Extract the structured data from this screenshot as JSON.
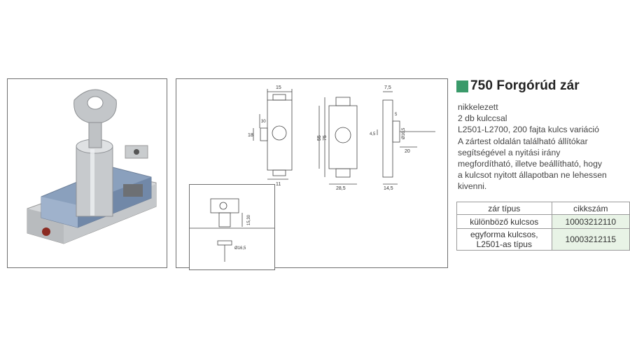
{
  "product": {
    "title": "750 Forgórúd zár",
    "accent_color": "#3a9a6a",
    "description_lines": [
      "nikkelezett",
      "2 db kulccsal",
      "L2501-L2700, 200 fajta kulcs variáció",
      "A zártest oldalán található állítókar",
      "segítségével a nyitási irány",
      "megfordítható, illetve beállítható, hogy",
      "a kulcsot nyitott állapotban ne lehessen",
      "kivenni."
    ]
  },
  "table": {
    "headers": [
      "zár típus",
      "cikkszám"
    ],
    "rows": [
      {
        "type_lines": [
          "különböző kulcsos"
        ],
        "code": "10003212110"
      },
      {
        "type_lines": [
          "egyforma kulcsos,",
          "L2501-as típus"
        ],
        "code": "10003212115"
      }
    ]
  },
  "drawing": {
    "dims": {
      "w15": "15",
      "h30": "30",
      "h18": "18",
      "w11": "11",
      "h75": "75",
      "h55": "55",
      "w28_5": "28,5",
      "w7_5": "7,5",
      "h5": "5",
      "h4_5": "4,5",
      "d16_5": "Ø16,5",
      "w20": "20",
      "w14_5": "14,5"
    },
    "inset_dims": {
      "h15_30": "15,30",
      "d16_5": "Ø16,5"
    }
  }
}
